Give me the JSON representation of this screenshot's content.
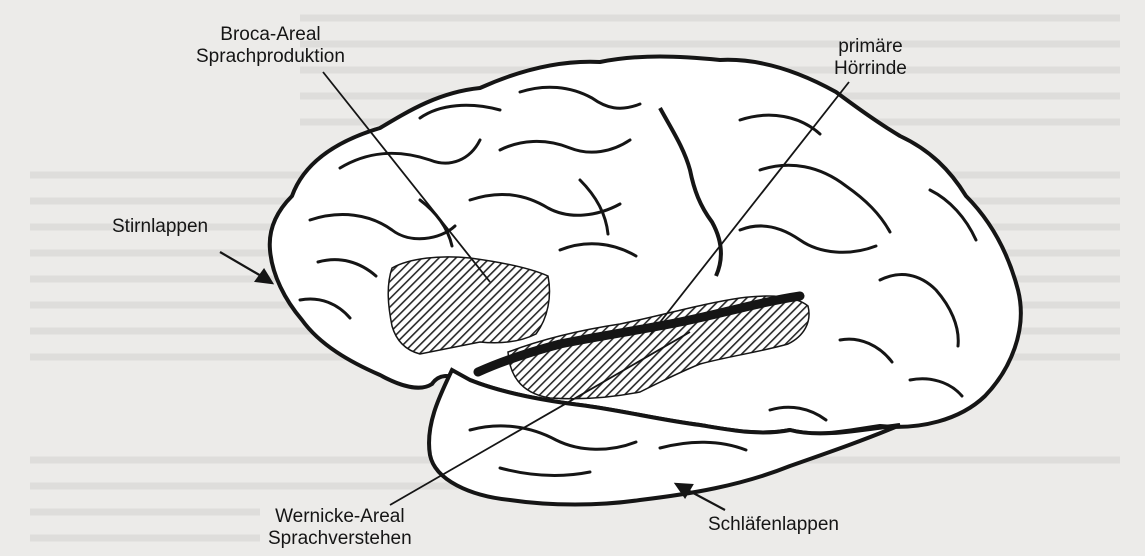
{
  "labels": {
    "broca": {
      "line1": "Broca-Areal",
      "line2": "Sprachproduktion"
    },
    "hoerrinde": {
      "line1": "primäre",
      "line2": "Hörrinde"
    },
    "stirnlappen": "Stirnlappen",
    "wernicke": {
      "line1": "Wernicke-Areal",
      "line2": "Sprachverstehen"
    },
    "schlaefenlappen": "Schläfenlappen"
  },
  "colors": {
    "background": "#ecebe9",
    "outline": "#151515",
    "brain_fill": "#ffffff",
    "hatch": "#2a2a2a"
  }
}
